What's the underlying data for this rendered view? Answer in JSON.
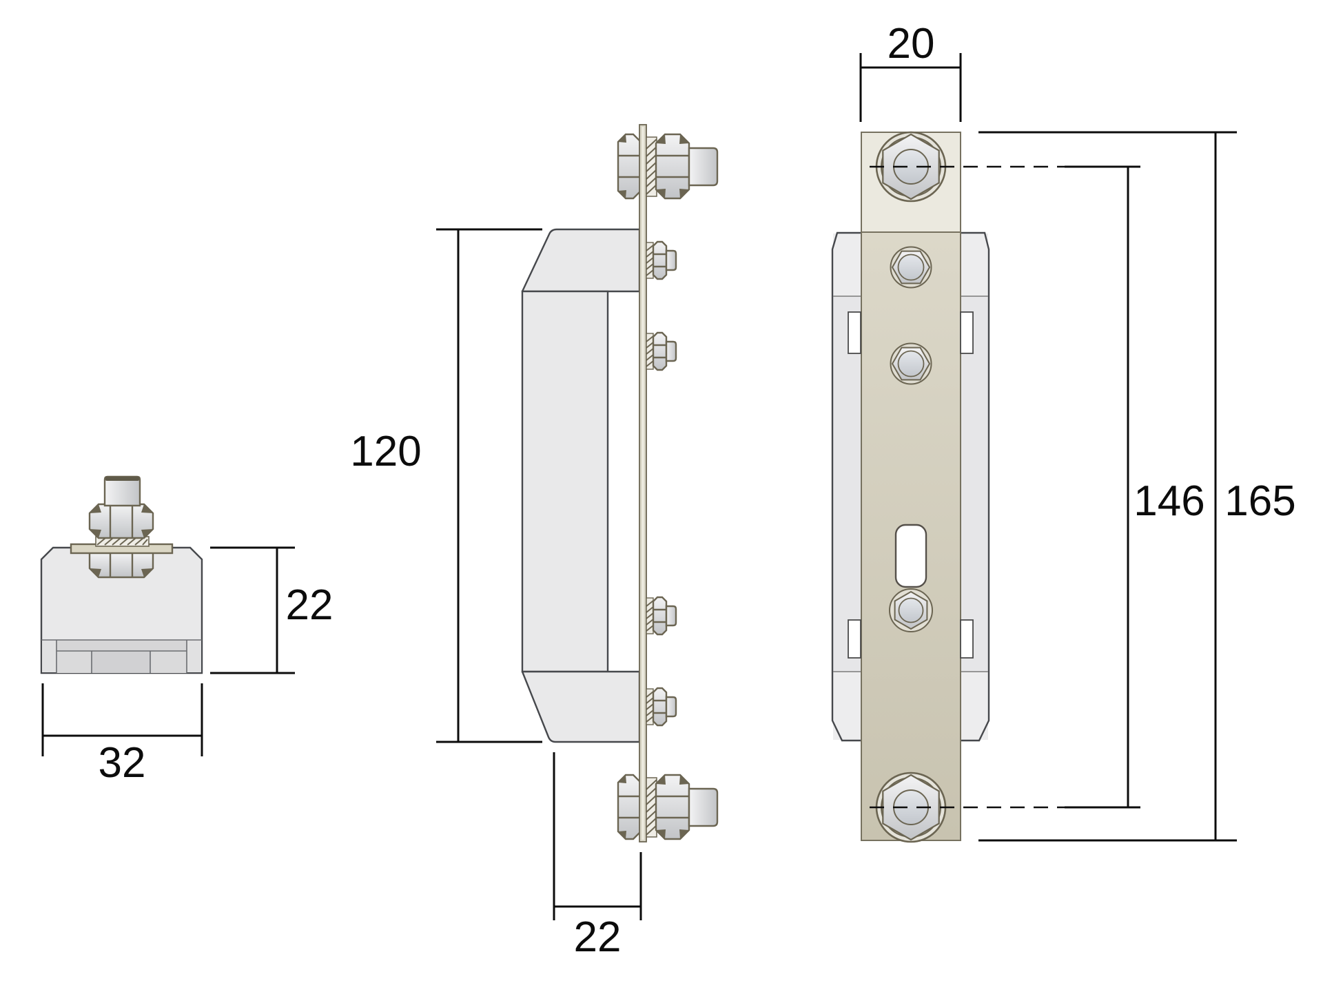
{
  "drawing": {
    "views": {
      "end_view": {
        "height_label": "22",
        "width_label": "32"
      },
      "side_view": {
        "height_label": "120",
        "plate_offset_label": "22"
      },
      "front_view": {
        "strap_width_label": "20",
        "bolt_spacing_label": "146",
        "overall_height_label": "165"
      }
    },
    "colors": {
      "dimension_line": "#0c0c0c",
      "part_outline": "#46484c",
      "hardware_outline": "#6b6552",
      "metal_light": "#f3f3f4",
      "metal_dark": "#c2c4c7",
      "beige_light": "#ebe9df",
      "beige_dark": "#c8c3b0",
      "body_fill": "#e9e9ea"
    }
  }
}
